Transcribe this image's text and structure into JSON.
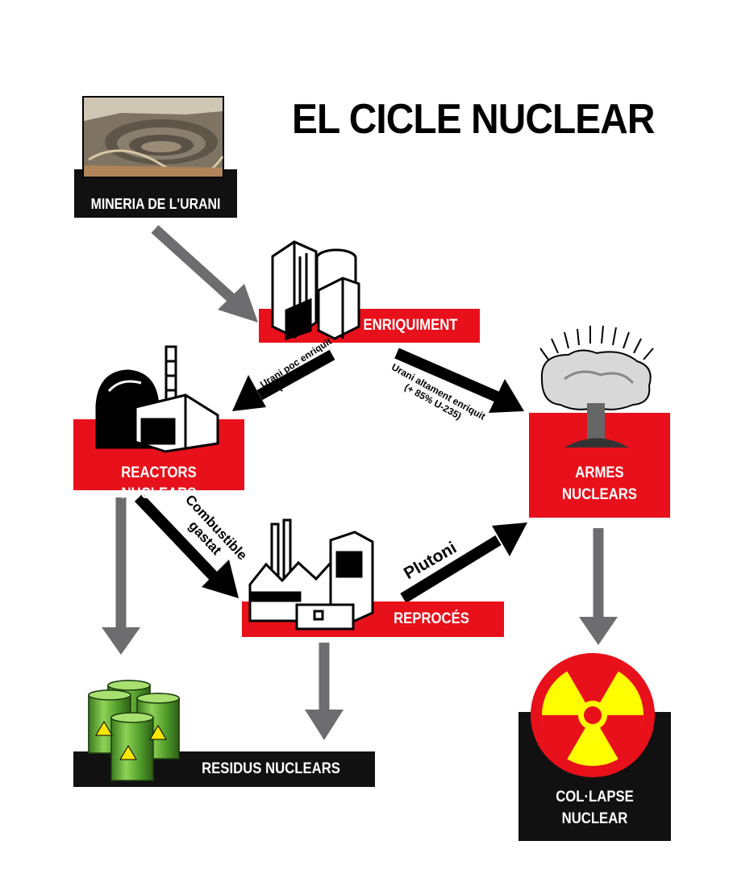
{
  "title": "EL CICLE NUCLEAR",
  "nodes": {
    "mining": "MINERIA DE L'URANI",
    "enrichment": "ENRIQUIMENT",
    "reactors": "REACTORS NUCLEARS",
    "weapons_line1": "ARMES",
    "weapons_line2": "NUCLEARS",
    "reprocessing": "REPROCÉS",
    "waste": "RESIDUS NUCLEARS",
    "collapse_line1": "COL·LAPSE",
    "collapse_line2": "NUCLEAR"
  },
  "flows": {
    "low_enriched_line1": "Urani poc enriquit",
    "low_enriched_line2": "(-20% U-235)",
    "high_enriched_line1": "Urani altament enriquit",
    "high_enriched_line2": "(+ 85% U-235)",
    "spent_fuel_line1": "Combustible",
    "spent_fuel_line2": "gastat",
    "plutonium": "Plutoni"
  },
  "colors": {
    "red": "#e8101a",
    "black": "#111111",
    "gray_arrow": "#6d6d70",
    "radiation_red": "#e8101a",
    "radiation_yellow": "#ffff00",
    "barrel_green": "#4f9a2a"
  }
}
